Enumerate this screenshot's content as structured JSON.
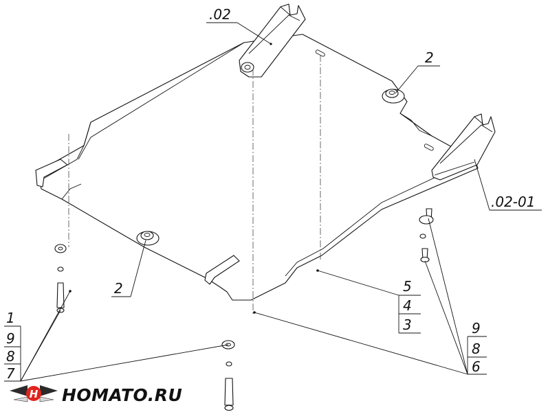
{
  "labels": {
    "part_02": ".02",
    "part_02_01": ".02-01",
    "callout_2_top": "2",
    "callout_2_left": "2",
    "stack_left": [
      "1",
      "9",
      "8",
      "7"
    ],
    "stack_mid": [
      "5",
      "4",
      "3"
    ],
    "stack_right": [
      "9",
      "8",
      "6"
    ]
  },
  "logo": {
    "text": "HOMATO.RU",
    "colors": {
      "red": "#e0231c",
      "dark": "#2b2b2b",
      "light": "#d9d9d9"
    }
  }
}
